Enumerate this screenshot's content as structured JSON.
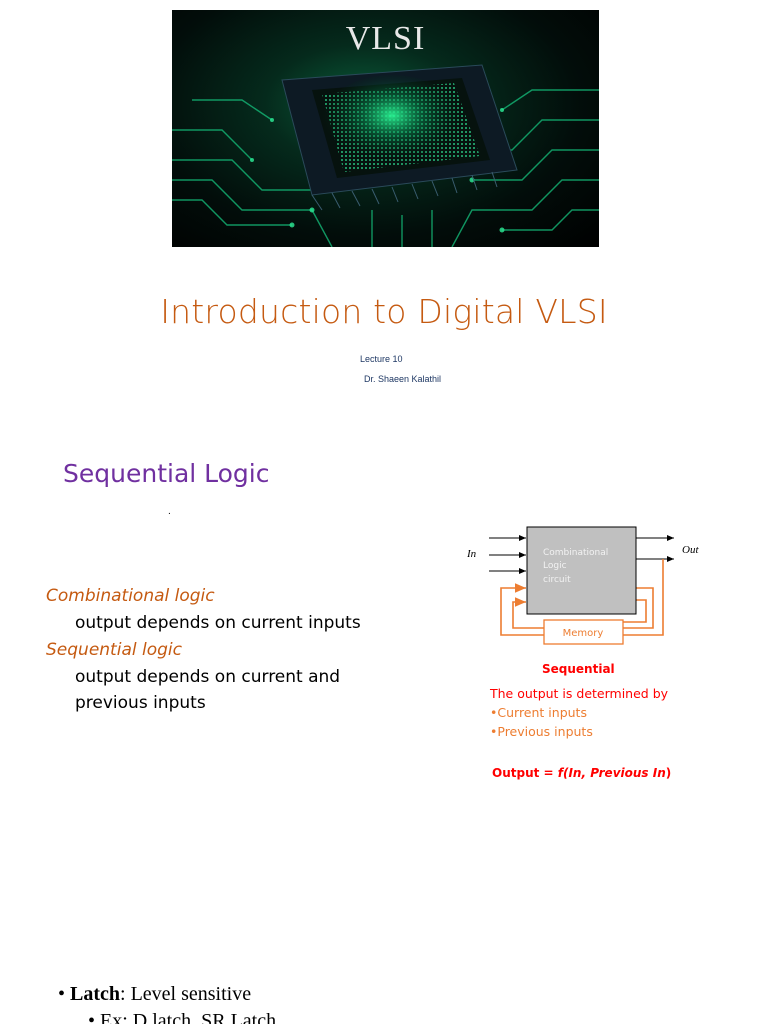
{
  "banner": {
    "title": "VLSI"
  },
  "title_slide": {
    "title": "Introduction to Digital VLSI",
    "lecture": "Lecture 10",
    "author": "Dr. Shaeen Kalathil"
  },
  "sequential_slide": {
    "heading": "Sequential Logic",
    "dot": ".",
    "items": [
      {
        "term": "Combinational logic",
        "description": [
          "output depends on current inputs"
        ]
      },
      {
        "term": "Sequential logic",
        "description": [
          "output depends on current and",
          "previous inputs"
        ]
      }
    ],
    "diagram": {
      "input_label": "In",
      "output_label": "Out",
      "block_lines": [
        "Combinational",
        "Logic",
        "circuit"
      ],
      "memory_label": "Memory"
    },
    "sequential_note": {
      "label": "Sequential",
      "line1": "The output is determined by",
      "line2": "•Current inputs",
      "line3": "•Previous inputs",
      "formula_prefix": "Output = ",
      "formula_func": "f(In, Previous In",
      "formula_suffix": ")"
    }
  },
  "latch_slide": {
    "bullet1_bold": "Latch",
    "bullet1_rest": ": Level sensitive",
    "bullet2": "Ex: D latch, SR Latch"
  },
  "colors": {
    "title_orange": "#c55a11",
    "heading_purple": "#7030a0",
    "red": "#ff0000",
    "orange": "#ed7d31",
    "circuit_green": "#1fd98a"
  }
}
